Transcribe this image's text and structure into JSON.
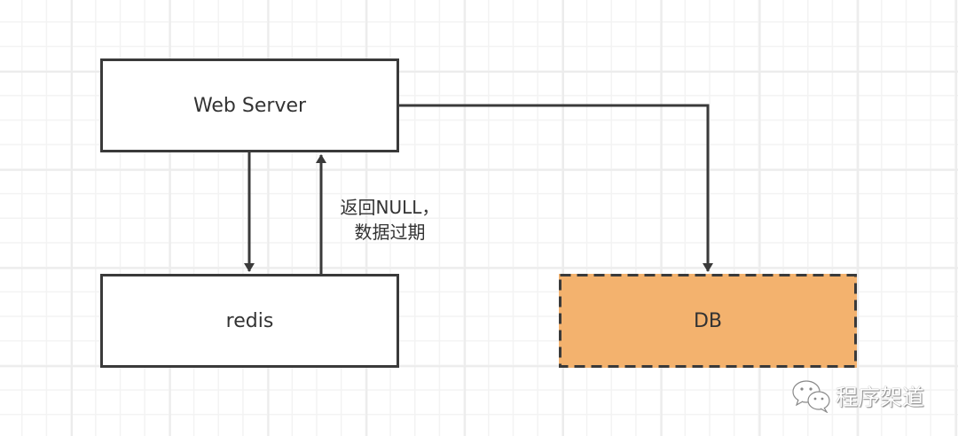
{
  "diagram": {
    "nodes": [
      {
        "id": "web",
        "label": "Web Server",
        "style": "solid",
        "fill": "#ffffff"
      },
      {
        "id": "redis",
        "label": "redis",
        "style": "solid",
        "fill": "#ffffff"
      },
      {
        "id": "db",
        "label": "DB",
        "style": "dashed",
        "fill": "#f3b26e"
      }
    ],
    "edges": [
      {
        "from": "web",
        "to": "redis",
        "label": ""
      },
      {
        "from": "redis",
        "to": "web",
        "label": "返回NULL，数据过期"
      },
      {
        "from": "web",
        "to": "db",
        "label": ""
      }
    ],
    "edge_label": {
      "line1": "返回NULL，",
      "line2": "数据过期"
    }
  },
  "watermark": {
    "icon": "wechat-icon",
    "text": "程序架道"
  },
  "colors": {
    "stroke": "#3a3a3a",
    "db_fill": "#f3b26e",
    "grid": "#ececec"
  }
}
